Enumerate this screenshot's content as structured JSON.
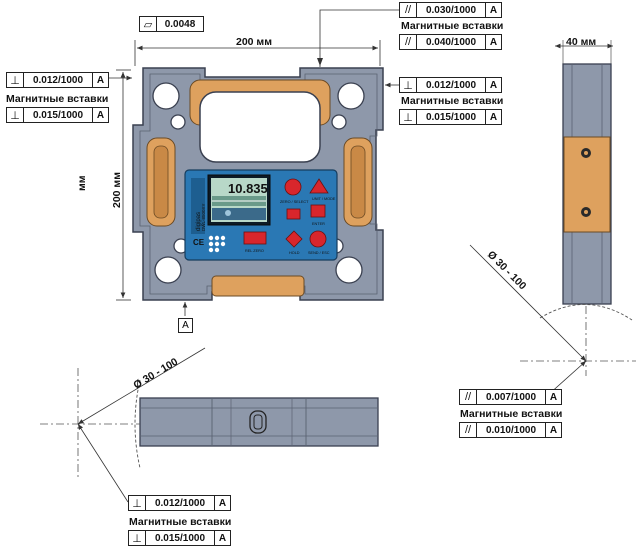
{
  "flatness": {
    "symbol": "▱",
    "value": "0.0048"
  },
  "dim_width": "200 мм",
  "dim_height": "200 мм",
  "dim_height_unit": "мм",
  "dim_depth": "40 мм",
  "dia_right": "Ø 30 - 100",
  "dia_bottom": "Ø 30 - 100",
  "datum_label": "A",
  "note_label": "Магнитные вставки",
  "fcf": {
    "top_right_1": {
      "symbol": "//",
      "value": "0.030/1000",
      "datum": "A"
    },
    "top_right_2": {
      "symbol": "//",
      "value": "0.040/1000",
      "datum": "A"
    },
    "left_1": {
      "symbol": "⊥",
      "value": "0.012/1000",
      "datum": "A"
    },
    "left_2": {
      "symbol": "⊥",
      "value": "0.015/1000",
      "datum": "A"
    },
    "right_1": {
      "symbol": "⊥",
      "value": "0.012/1000",
      "datum": "A"
    },
    "right_2": {
      "symbol": "⊥",
      "value": "0.015/1000",
      "datum": "A"
    },
    "side_1": {
      "symbol": "//",
      "value": "0.007/1000",
      "datum": "A"
    },
    "side_2": {
      "symbol": "//",
      "value": "0.010/1000",
      "datum": "A"
    },
    "bottom_1": {
      "symbol": "⊥",
      "value": "0.012/1000",
      "datum": "A"
    },
    "bottom_2": {
      "symbol": "⊥",
      "value": "0.015/1000",
      "datum": "A"
    }
  },
  "device": {
    "reading": "10.835",
    "brand": "digipas",
    "model": "DWL-8500XY",
    "btn_zero_select": "ZERO / SELECT",
    "btn_unit_mode": "UNIT / MODE",
    "btn_enter": "ENTER",
    "btn_rel_zero": "REL ZERO",
    "btn_hold": "HOLD",
    "btn_send_esc": "SEND / ESC",
    "ce_mark": "CE",
    "colors": {
      "housing": "#8a94a6",
      "panel": "#2a78b4",
      "inserts": "#e0a060",
      "lcd": "#b8d8c8"
    }
  }
}
